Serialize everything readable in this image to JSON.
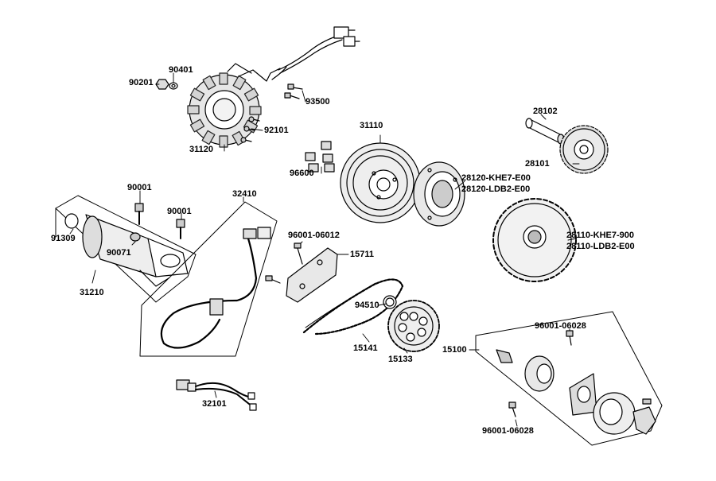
{
  "diagram": {
    "labels": {
      "p90201": "90201",
      "p90401": "90401",
      "p93500": "93500",
      "p92101": "92101",
      "p31120": "31120",
      "p31110": "31110",
      "p96600": "96600",
      "p28102": "28102",
      "p28101": "28101",
      "p28120a": "28120-KHE7-E00",
      "p28120b": "28120-LDB2-E00",
      "p90001a": "90001",
      "p90001b": "90001",
      "p32410": "32410",
      "p91309": "91309",
      "p90071": "90071",
      "p31210": "31210",
      "p96001_06012": "96001-06012",
      "p15711": "15711",
      "p28110a": "28110-KHE7-900",
      "p28110b": "28110-LDB2-E00",
      "p94510": "94510",
      "p15141": "15141",
      "p15133": "15133",
      "p96001_06028a": "96001-06028",
      "p15100": "15100",
      "p32101": "32101",
      "p96001_06028b": "96001-06028"
    }
  }
}
